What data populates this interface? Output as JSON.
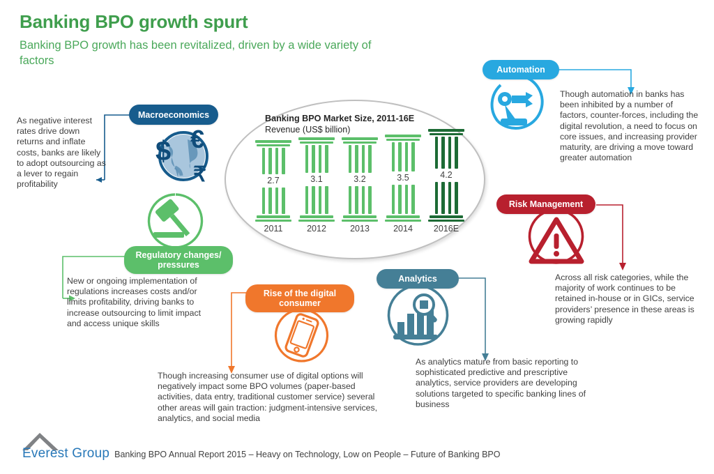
{
  "header": {
    "title": "Banking BPO growth spurt",
    "subtitle": "Banking BPO growth has been revitalized, driven by a wide variety of factors",
    "title_color": "#3f9e4d",
    "subtitle_color": "#4aa85a"
  },
  "chart_data": {
    "type": "bar",
    "title": "Banking BPO Market Size, 2011-16E",
    "subtitle": "Revenue (US$ billion)",
    "xlabel": "",
    "ylabel": "Revenue (US$ billion)",
    "categories": [
      "2011",
      "2012",
      "2013",
      "2014",
      "2016E"
    ],
    "values": [
      2.7,
      3.1,
      3.2,
      3.5,
      4.2
    ],
    "value_labels": [
      "2.7",
      "3.1",
      "3.2",
      "3.5",
      "4.2"
    ],
    "ylim": [
      0,
      4.5
    ],
    "grid": false,
    "legend": "none",
    "series_colors": [
      "#5cbf6a",
      "#5cbf6a",
      "#5cbf6a",
      "#5cbf6a",
      "#1d6b35"
    ],
    "note": "Bars drawn as classical pillar/column glyphs; last year 2016E highlighted in dark green"
  },
  "factors": [
    {
      "id": "macroeconomics",
      "label": "Macroeconomics",
      "color": "#175c8d",
      "icon": "globe-currency-icon",
      "text": "As negative interest rates drive down returns and inflate costs, banks are likely to adopt outsourcing as a lever to regain profitability"
    },
    {
      "id": "automation",
      "label": "Automation",
      "color": "#28a8e0",
      "icon": "robot-arm-icon",
      "text": "Though automation in banks has been inhibited by a number of factors, counter-forces, including the digital revolution, a need to focus on core issues, and increasing provider maturity, are driving a move toward greater automation"
    },
    {
      "id": "risk-management",
      "label": "Risk Management",
      "color": "#b8202e",
      "icon": "warning-triangle-icon",
      "text": "Across all risk categories, while the majority of work continues to be retained in-house or in GICs, service providers’ presence in these areas is growing rapidly"
    },
    {
      "id": "analytics",
      "label": "Analytics",
      "color": "#457f96",
      "icon": "bar-chart-magnifier-icon",
      "text": "As analytics mature from basic reporting to sophisticated predictive and prescriptive analytics, service providers are developing solutions targeted to specific banking lines of business"
    },
    {
      "id": "digital-consumer",
      "label": "Rise of the digital consumer",
      "color": "#f0772c",
      "icon": "smartphone-icon",
      "text": "Though increasing consumer use of digital options will negatively impact some BPO volumes (paper-based activities, data entry, traditional customer service) several other areas will gain traction: judgment-intensive services, analytics, and social media"
    },
    {
      "id": "regulatory",
      "label": "Regulatory changes/ pressures",
      "color": "#5cbf6a",
      "icon": "gavel-icon",
      "text": "New or ongoing implementation of regulations increases costs and/or limits profitability, driving banks to increase outsourcing to limit impact and access unique skills"
    }
  ],
  "footer": {
    "logo_text": "Everest Group",
    "logo_mark": "mountain-peak-icon",
    "note": "Banking BPO Annual Report 2015 – Heavy on Technology, Low on People – Future of Banking BPO",
    "logo_color": "#2878b8"
  }
}
